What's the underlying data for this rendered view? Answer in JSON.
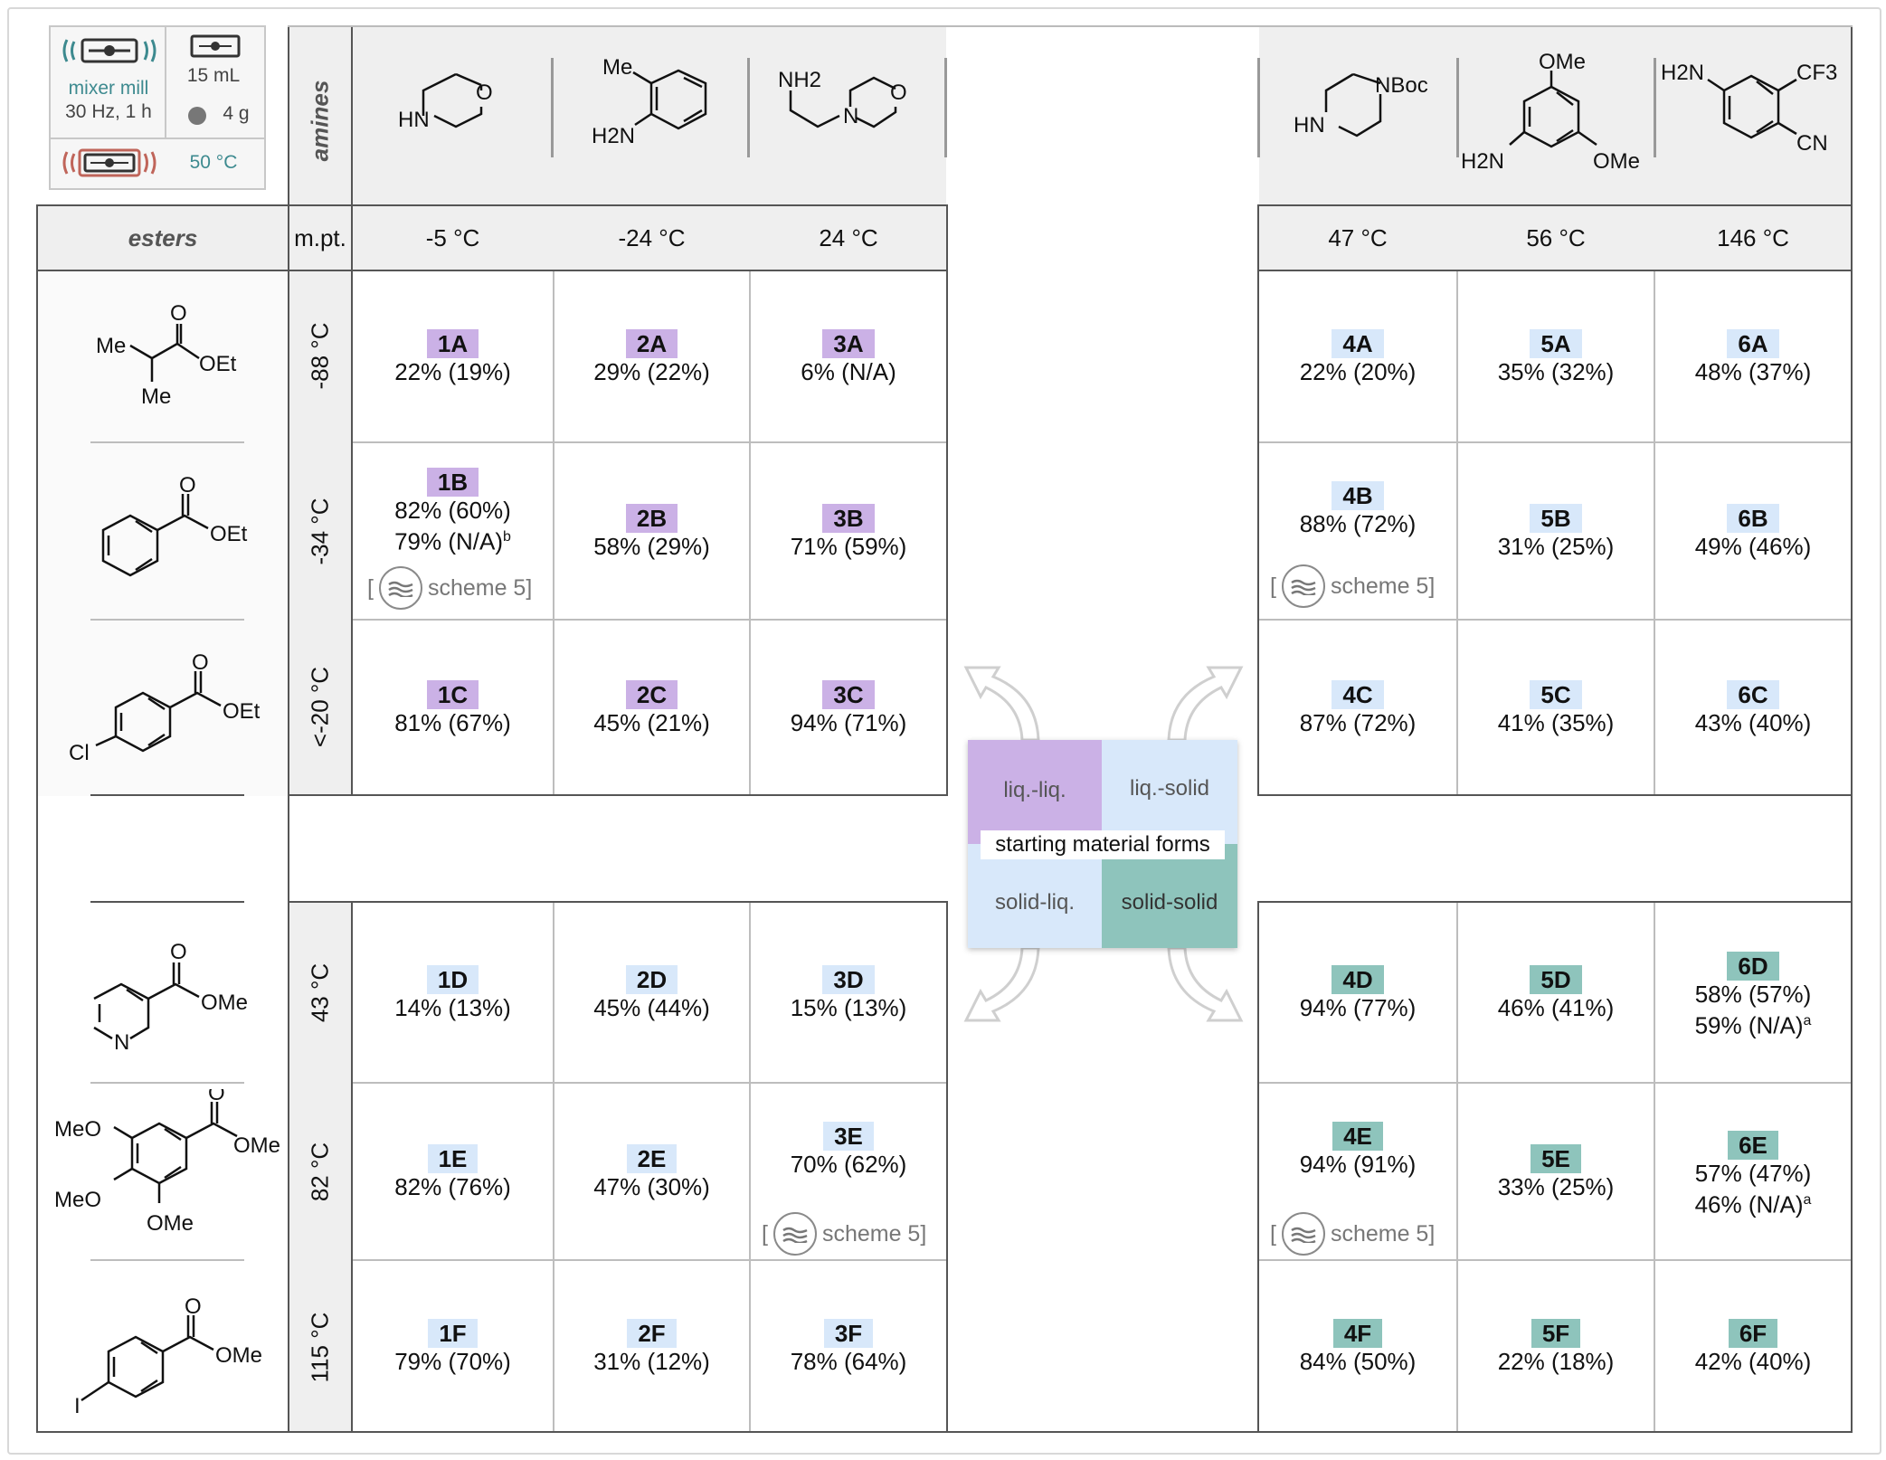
{
  "conditions": {
    "mill_label": "mixer mill",
    "mill_params": "30 Hz, 1 h",
    "volume": "15 mL",
    "ball": "4 g",
    "temperature": "50 °C"
  },
  "headers": {
    "amines": "amines",
    "esters": "esters",
    "mpt": "m.pt."
  },
  "amine_mpts": [
    "-5 °C",
    "-24 °C",
    "24 °C",
    "47 °C",
    "56 °C",
    "146 °C"
  ],
  "ester_mpts": [
    "-88 °C",
    "-34 °C",
    "<-20 °C",
    "43 °C",
    "82 °C",
    "115 °C"
  ],
  "amine_labels": {
    "a2": "Me",
    "a2n": "H2N",
    "a3": "NH2",
    "a4": "NBoc",
    "a4h": "HN",
    "a1h": "HN",
    "a5o1": "OMe",
    "a5o2": "OMe",
    "a5n": "H2N",
    "a6n": "H2N",
    "a6cf": "CF3",
    "a6cn": "CN"
  },
  "ester_labels": {
    "e1me": "Me",
    "e1me2": "Me",
    "e1oet": "OEt",
    "e2oet": "OEt",
    "e3oet": "OEt",
    "e3cl": "Cl",
    "e4ome": "OMe",
    "e4n": "N",
    "e5ome": "OMe",
    "e5a": "MeO",
    "e5b": "MeO",
    "e5c": "OMe",
    "e6ome": "OMe",
    "e6i": "I"
  },
  "legend": {
    "ll": "liq.-liq.",
    "ls": "liq.-solid",
    "sl": "solid-liq.",
    "ss": "solid-solid",
    "title": "starting material forms"
  },
  "scheme_ref": "scheme 5]",
  "scheme_bracket": "[",
  "colors": {
    "liq_liq": "#cbb1e6",
    "liq_solid": "#d8e8fa",
    "solid_solid": "#8ec4bc"
  },
  "results": {
    "1A": {
      "label": "1A",
      "y1": "22% (19%)"
    },
    "2A": {
      "label": "2A",
      "y1": "29% (22%)"
    },
    "3A": {
      "label": "3A",
      "y1": "6% (N/A)"
    },
    "4A": {
      "label": "4A",
      "y1": "22% (20%)"
    },
    "5A": {
      "label": "5A",
      "y1": "35% (32%)"
    },
    "6A": {
      "label": "6A",
      "y1": "48% (37%)"
    },
    "1B": {
      "label": "1B",
      "y1": "82% (60%)",
      "y2": "79% (N/A)",
      "sup": "b"
    },
    "2B": {
      "label": "2B",
      "y1": "58% (29%)"
    },
    "3B": {
      "label": "3B",
      "y1": "71% (59%)"
    },
    "4B": {
      "label": "4B",
      "y1": "88% (72%)"
    },
    "5B": {
      "label": "5B",
      "y1": "31% (25%)"
    },
    "6B": {
      "label": "6B",
      "y1": "49% (46%)"
    },
    "1C": {
      "label": "1C",
      "y1": "81% (67%)"
    },
    "2C": {
      "label": "2C",
      "y1": "45% (21%)"
    },
    "3C": {
      "label": "3C",
      "y1": "94% (71%)"
    },
    "4C": {
      "label": "4C",
      "y1": "87% (72%)"
    },
    "5C": {
      "label": "5C",
      "y1": "41% (35%)"
    },
    "6C": {
      "label": "6C",
      "y1": "43% (40%)"
    },
    "1D": {
      "label": "1D",
      "y1": "14% (13%)"
    },
    "2D": {
      "label": "2D",
      "y1": "45% (44%)"
    },
    "3D": {
      "label": "3D",
      "y1": "15% (13%)"
    },
    "4D": {
      "label": "4D",
      "y1": "94% (77%)"
    },
    "5D": {
      "label": "5D",
      "y1": "46% (41%)"
    },
    "6D": {
      "label": "6D",
      "y1": "58% (57%)",
      "y2": "59% (N/A)",
      "sup": "a"
    },
    "1E": {
      "label": "1E",
      "y1": "82% (76%)"
    },
    "2E": {
      "label": "2E",
      "y1": "47% (30%)"
    },
    "3E": {
      "label": "3E",
      "y1": "70% (62%)"
    },
    "4E": {
      "label": "4E",
      "y1": "94% (91%)"
    },
    "5E": {
      "label": "5E",
      "y1": "33% (25%)"
    },
    "6E": {
      "label": "6E",
      "y1": "57% (47%)",
      "y2": "46% (N/A)",
      "sup": "a"
    },
    "1F": {
      "label": "1F",
      "y1": "79% (70%)"
    },
    "2F": {
      "label": "2F",
      "y1": "31% (12%)"
    },
    "3F": {
      "label": "3F",
      "y1": "78% (64%)"
    },
    "4F": {
      "label": "4F",
      "y1": "84% (50%)"
    },
    "5F": {
      "label": "5F",
      "y1": "22% (18%)"
    },
    "6F": {
      "label": "6F",
      "y1": "42% (40%)"
    }
  }
}
